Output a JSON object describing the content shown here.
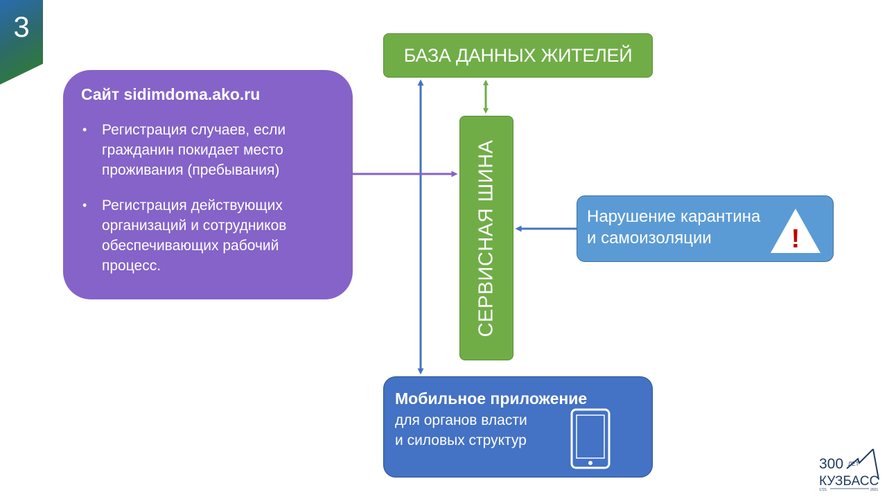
{
  "slide": {
    "page_number": "3"
  },
  "database": {
    "label": "БАЗА ДАННЫХ ЖИТЕЛЕЙ"
  },
  "service_bus": {
    "label": "СЕРВИСНАЯ ШИНА"
  },
  "site": {
    "title": "Сайт sidimdoma.ako.ru",
    "bullet": "•",
    "items": [
      "Регистрация случаев, если гражданин покидает место проживания (пребывания)",
      "Регистрация действующих организаций и сотрудников обеспечивающих рабочий процесс."
    ]
  },
  "alert": {
    "lines": [
      "Нарушение карантина",
      "и самоизоляции"
    ],
    "icon": "warning-icon",
    "symbol": "!"
  },
  "mobile": {
    "title": "Мобильное приложение",
    "lines": [
      "для органов власти",
      "и силовых структур"
    ],
    "icon": "tablet-icon"
  },
  "logo": {
    "number": "300",
    "word": "ЛЕТ",
    "name": "КУЗБАСС",
    "year_start": "1721",
    "year_end": "2021"
  },
  "colors": {
    "green": "#70ad47",
    "purple": "#8563c8",
    "light_blue": "#5b9bd5",
    "blue": "#4472c4",
    "alert_red": "#c00000"
  }
}
